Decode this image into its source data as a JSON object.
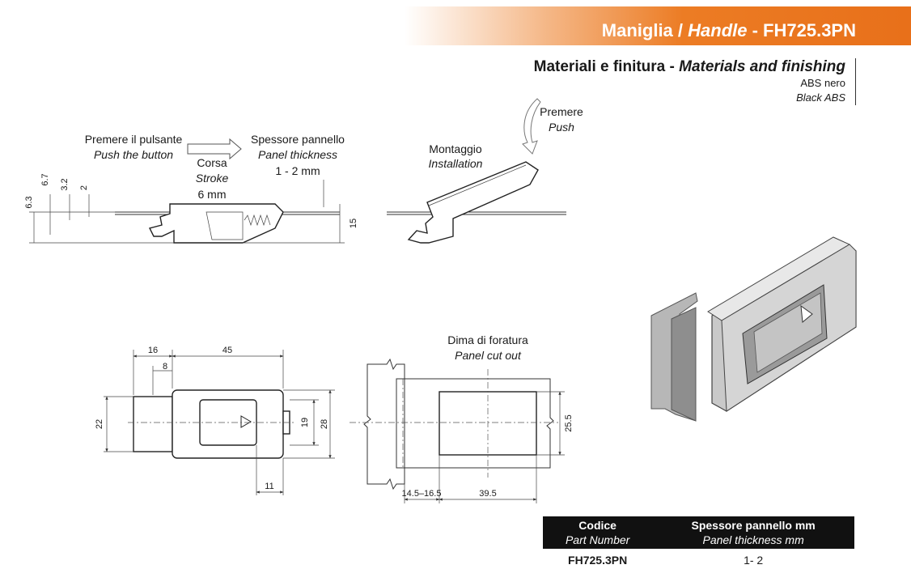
{
  "header": {
    "title_prefix": "Maniglia / ",
    "title_italic": "Handle",
    "title_suffix": " - FH725.3PN"
  },
  "materials": {
    "title_it": "Materiali e finitura - ",
    "title_en": "Materials and finishing",
    "line_it": "ABS nero",
    "line_en": "Black ABS"
  },
  "side_view": {
    "push_it": "Premere il pulsante",
    "push_en": "Push the button",
    "stroke_it": "Corsa",
    "stroke_en": "Stroke",
    "stroke_value": "6 mm",
    "panel_it": "Spessore pannello",
    "panel_en": "Panel thickness",
    "panel_value": "1 - 2 mm",
    "dims": [
      "6.3",
      "6.7",
      "3.2",
      "2",
      "15"
    ]
  },
  "install_view": {
    "mount_it": "Montaggio",
    "mount_en": "Installation",
    "press_it": "Premere",
    "press_en": "Push"
  },
  "front_view": {
    "dims": [
      "16",
      "45",
      "8",
      "22",
      "19",
      "28",
      "11"
    ]
  },
  "cutout_view": {
    "title_it": "Dima di foratura",
    "title_en": "Panel cut out",
    "dims": [
      "25.5",
      "14.5–16.5",
      "39.5"
    ]
  },
  "table": {
    "col1_main": "Codice",
    "col1_sub": "Part Number",
    "col2_main": "Spessore pannello mm",
    "col2_sub": "Panel thickness mm",
    "rows": [
      {
        "code": "FH725.3PN",
        "thickness": "1- 2"
      }
    ]
  }
}
